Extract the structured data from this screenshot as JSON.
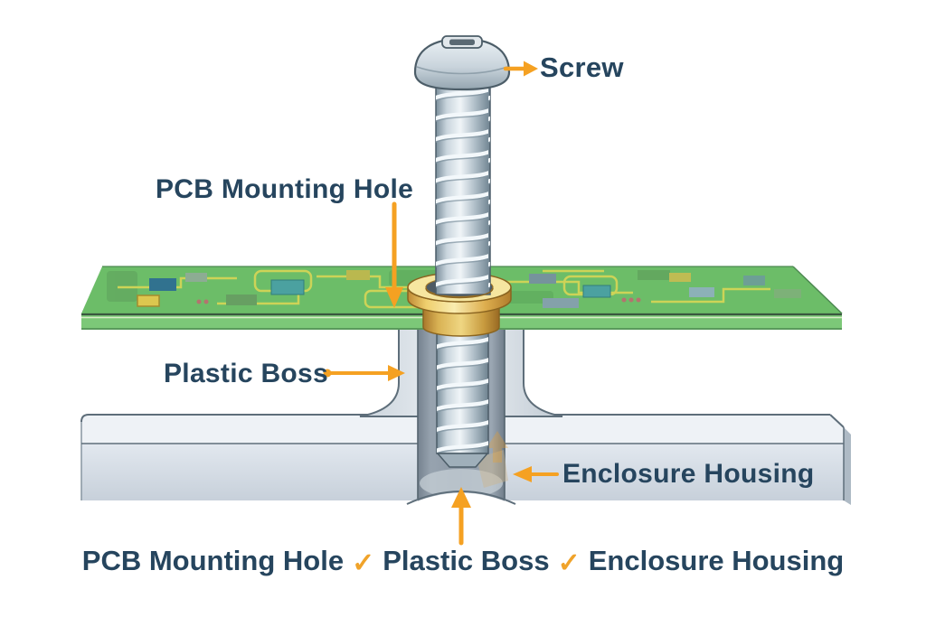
{
  "labels": {
    "screw": "Screw",
    "pcb_mounting_hole": "PCB Mounting Hole",
    "plastic_boss": "Plastic Boss",
    "enclosure_housing": "Enclosure Housing"
  },
  "caption": {
    "items": [
      "PCB Mounting Hole",
      "Plastic Boss",
      "Enclosure Housing"
    ],
    "check_glyph": "✓"
  },
  "colors": {
    "label_text": "#26455E",
    "arrow_orange": "#F5A122",
    "check_orange": "#F0A32A",
    "pcb_green_top": "#6CBD68",
    "pcb_green_front": "#7CC878",
    "trace_yellow": "#D8CF55",
    "brass_gold": "#E9C65F",
    "screw_metal": "#C9D5DD",
    "housing_gray": "#D9E0E8",
    "boss_cavity_gray": "#8D99A6"
  }
}
